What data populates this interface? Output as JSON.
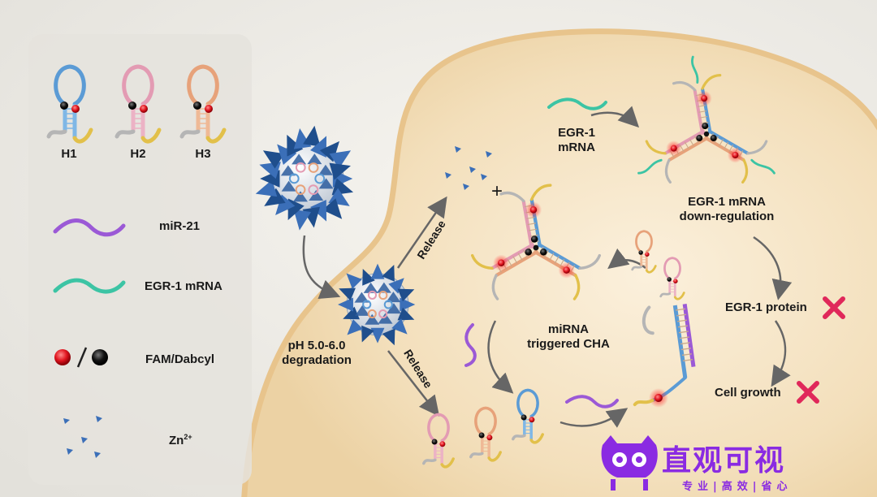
{
  "legend": {
    "hairpins": [
      {
        "label": "H1",
        "loop_color": "#5b9bd5",
        "stem_color": "#7fb7e6"
      },
      {
        "label": "H2",
        "loop_color": "#e39bb3",
        "stem_color": "#ecb2c5"
      },
      {
        "label": "H3",
        "loop_color": "#e7a27a",
        "stem_color": "#efb996"
      }
    ],
    "mir21_label": "miR-21",
    "egr_label": "EGR-1 mRNA",
    "fam_label": "FAM/Dabcyl",
    "zn_label": "Zn",
    "zn_sup": "2+"
  },
  "labels": {
    "ph_line1": "pH 5.0-6.0",
    "ph_line2": "degradation",
    "release_top": "Release",
    "release_bottom": "Release",
    "plus": "+",
    "egr_mrna_line1": "EGR-1",
    "egr_mrna_line2": "mRNA",
    "downreg_line1": "EGR-1 mRNA",
    "downreg_line2": "down-regulation",
    "cha_line1": "miRNA",
    "cha_line2": "triggered CHA",
    "egr_protein": "EGR-1 protein",
    "cell_growth": "Cell growth"
  },
  "watermark": {
    "brand": "直观可视",
    "tagline": "专业|高效|省心"
  },
  "colors": {
    "cell_fill": "#f4e2c0",
    "cell_edge": "#e6c28f",
    "mir21": "#9b59d6",
    "egr_mrna": "#3cc4a4",
    "fam": "#e0141e",
    "dabcyl": "#111111",
    "zn": "#3b6fb8",
    "cross": "#e0285a",
    "logo": "#8a2be2"
  }
}
